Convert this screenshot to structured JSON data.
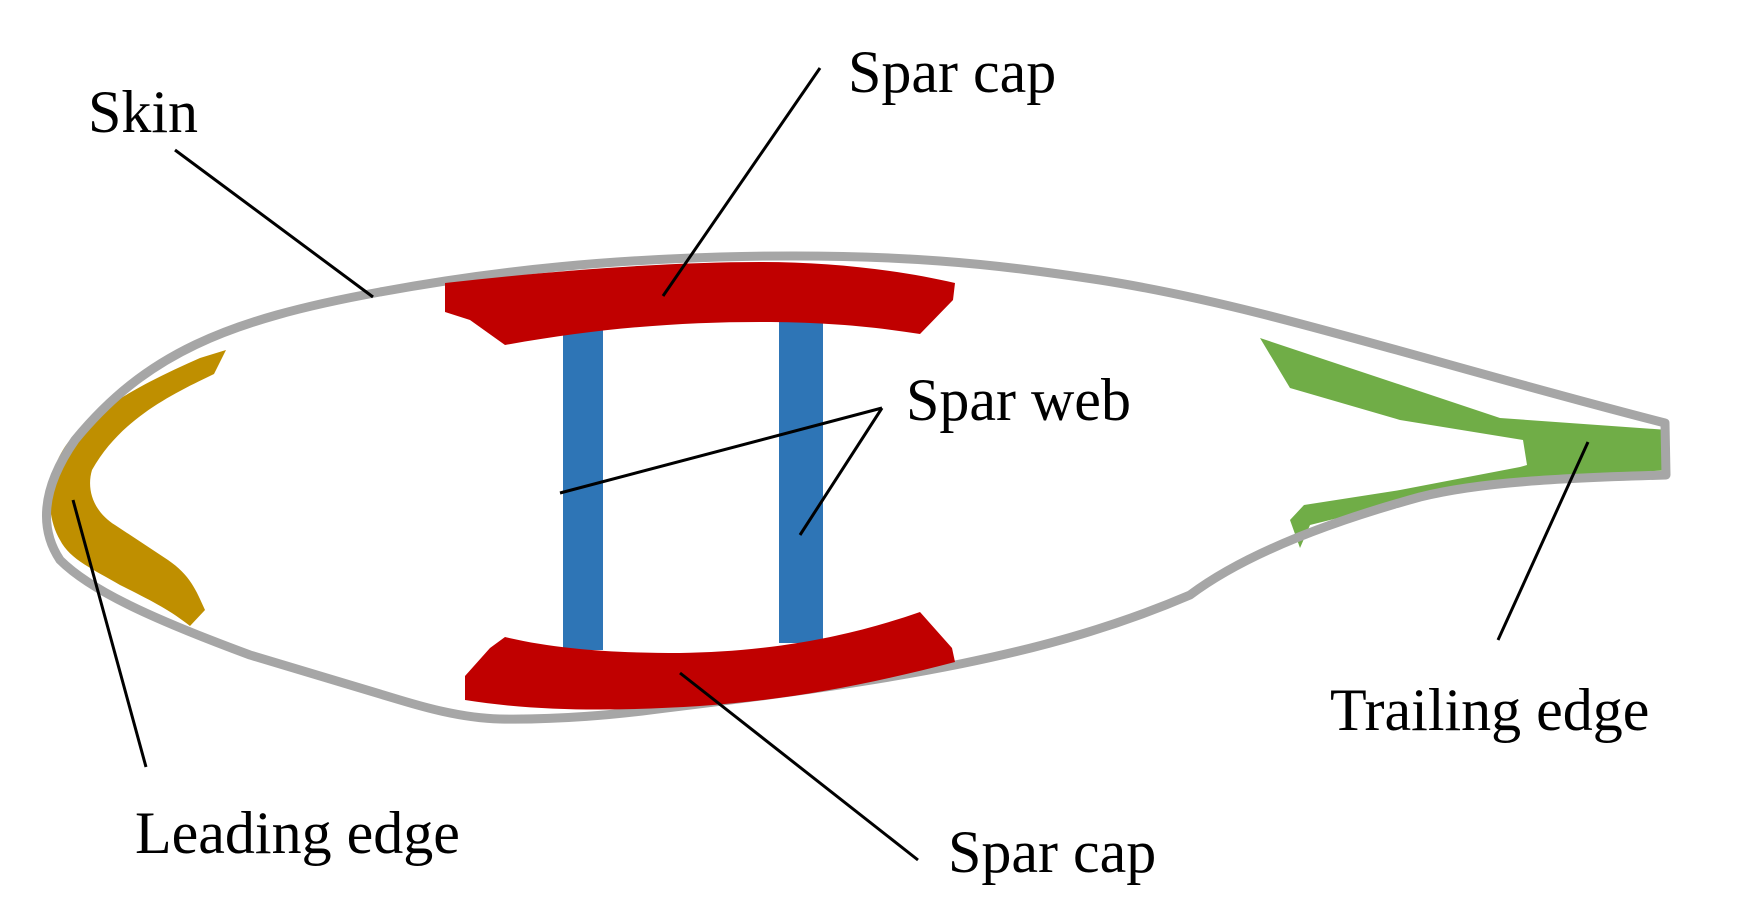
{
  "labels": {
    "skin": "Skin",
    "spar_cap_top": "Spar cap",
    "spar_web": "Spar web",
    "leading_edge": "Leading edge",
    "spar_cap_bottom": "Spar cap",
    "trailing_edge": "Trailing edge"
  },
  "colors": {
    "skin": "#A6A6A6",
    "spar_cap": "#C00000",
    "spar_web": "#2E75B6",
    "leading_edge": "#BF8F00",
    "trailing_edge": "#70AD47",
    "leader_line": "#000000"
  }
}
